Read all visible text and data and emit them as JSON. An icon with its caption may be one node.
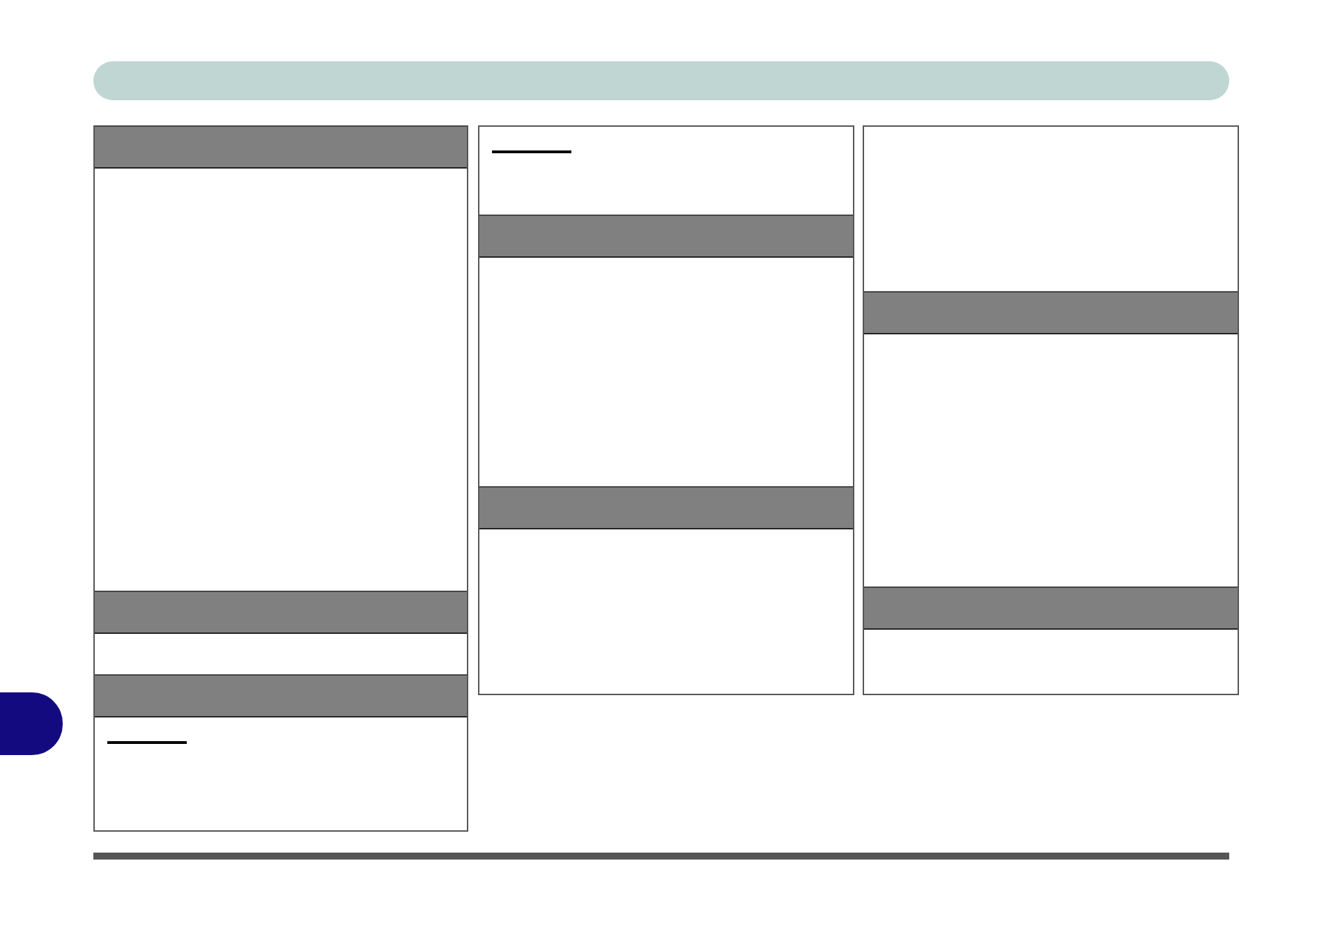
{
  "diagram": {
    "nodes": [
      {
        "text": [],
        "shape": "box"
      },
      {
        "text": [],
        "shape": "bar",
        "in": 0
      },
      {
        "text": [],
        "shape": "bar",
        "in": 0
      },
      {
        "text": [],
        "shape": "bar",
        "in": 0
      },
      {
        "text": [],
        "shape": "box"
      },
      {
        "text": [],
        "shape": "bar",
        "in": 4
      },
      {
        "text": [],
        "shape": "bar",
        "in": 4
      },
      {
        "text": [],
        "shape": "box"
      },
      {
        "text": [],
        "shape": "bar",
        "in": 7
      },
      {
        "text": [],
        "shape": "bar",
        "in": 7
      }
    ]
  }
}
